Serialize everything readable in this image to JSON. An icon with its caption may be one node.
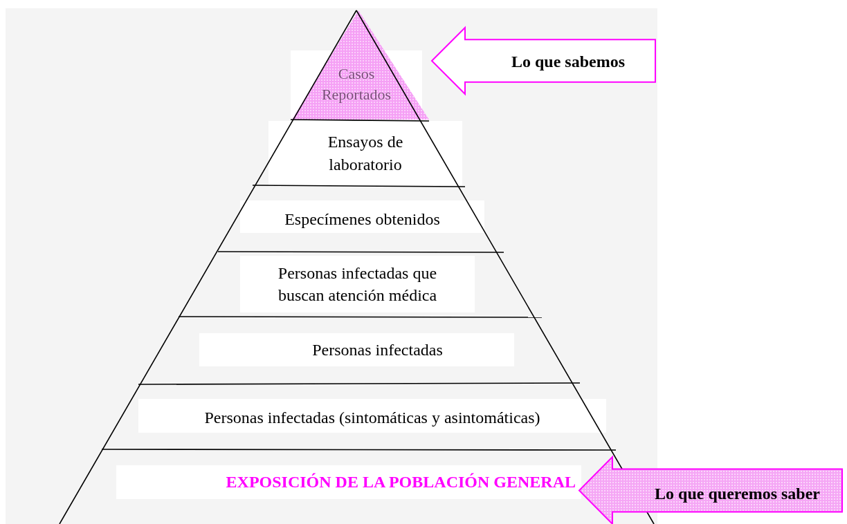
{
  "diagram": {
    "nodes": [
      {
        "text": [
          "Casos Reportados"
        ]
      },
      {
        "text": [
          "Ensayos de laboratorio"
        ]
      },
      {
        "text": [
          "Especímenes obtenidos"
        ]
      },
      {
        "text": [
          "Personas infectadas que buscan atención médica"
        ]
      },
      {
        "text": [
          "Personas infectadas"
        ]
      },
      {
        "text": [
          "Personas infectadas (sintomáticas y asintomáticas)"
        ]
      },
      {
        "text": [
          "EXPOSICIÓN DE LA POBLACIÓN GENERAL"
        ]
      },
      {
        "text": [
          "Lo que sabemos"
        ]
      },
      {
        "text": [
          "Lo que queremos saber"
        ]
      }
    ]
  }
}
